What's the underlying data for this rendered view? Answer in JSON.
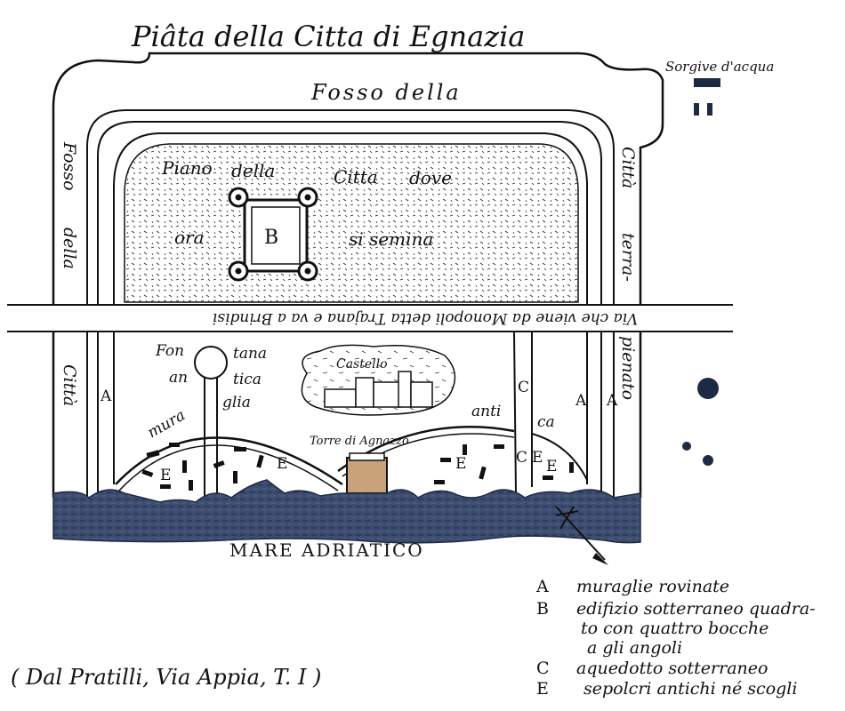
{
  "title": "Piâta della Citta di Egnazia",
  "springs_label": "Sorgive d'acqua",
  "moat": {
    "top": "Fosso della",
    "left": [
      "Fosso",
      "della",
      "Città"
    ],
    "right": [
      "Città",
      "terra-",
      "pienato"
    ]
  },
  "plain": {
    "line1": [
      "Piano",
      "della",
      "Citta",
      "dove"
    ],
    "line2": [
      "ora",
      "si semina"
    ]
  },
  "road_text": "Via che viene da Monopoli detta Trajana e va a Brindisi",
  "fountain": [
    "Fon",
    "tana",
    "an",
    "tica"
  ],
  "wall_words": [
    "mura",
    "glia",
    "anti",
    "ca"
  ],
  "castle_label": "Castello",
  "tower_label": "Torre di Agnazzo",
  "sea_label": "MARE ADRIATICO",
  "credit": "( Dal Pratilli, Via Appia, T. I )",
  "markers": {
    "A": "A",
    "B": "B",
    "C": "C",
    "E": "E"
  },
  "legend": [
    {
      "key": "A",
      "lines": [
        "muraglie rovinate"
      ]
    },
    {
      "key": "B",
      "lines": [
        "edifizio sotterraneo quadra-",
        "to con quattro bocche",
        "a gli angoli"
      ]
    },
    {
      "key": "C",
      "lines": [
        "aquedotto sotterraneo"
      ]
    },
    {
      "key": "E",
      "lines": [
        "sepolcri antichi né scogli"
      ]
    }
  ],
  "colors": {
    "ink": "#111111",
    "sea": "#3a4a6a",
    "sea_dark": "#1e2a44",
    "plain_fill": "#f3f0e8",
    "paper": "#ffffff"
  }
}
